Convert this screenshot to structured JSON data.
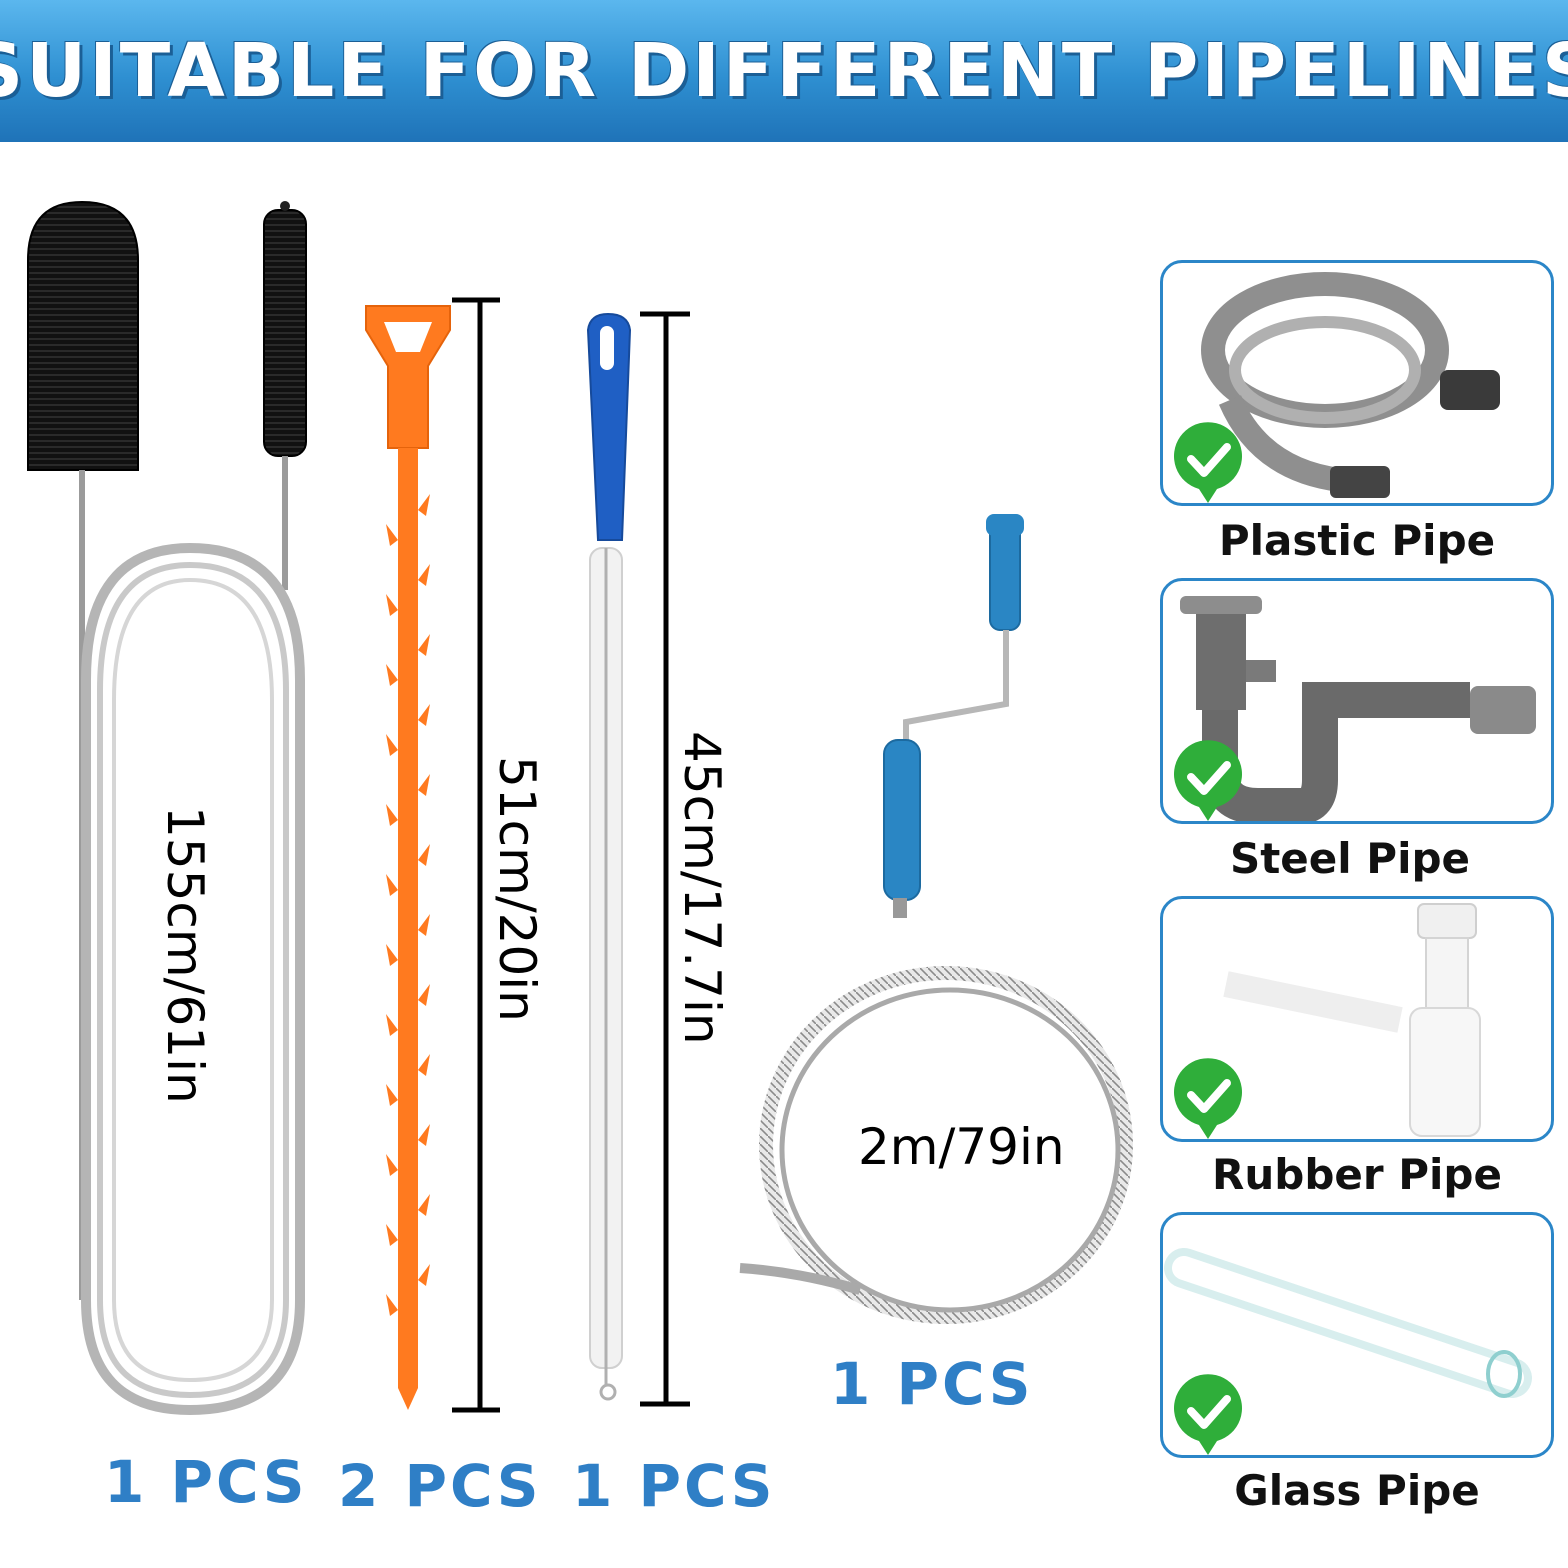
{
  "banner": {
    "title": "SUITABLE FOR DIFFERENT PIPELINES"
  },
  "measurements": {
    "spring_brush": "155cm/61in",
    "orange_stick": "51cm/20in",
    "white_brush": "45cm/17.7in",
    "auger_cable": "2m/79in"
  },
  "quantities": {
    "spring_brush": "1 PCS",
    "orange_stick": "2 PCS",
    "white_brush": "1 PCS",
    "auger": "1 PCS"
  },
  "pipe_types": [
    {
      "label": "Plastic Pipe",
      "icon": "check-icon"
    },
    {
      "label": "Steel Pipe",
      "icon": "check-icon"
    },
    {
      "label": "Rubber Pipe",
      "icon": "check-icon"
    },
    {
      "label": "Glass Pipe",
      "icon": "check-icon"
    }
  ],
  "colors": {
    "banner": "#2e8fd1",
    "quantity_text": "#2f7fc6",
    "card_border": "#2b86c8",
    "check_green": "#2fae3a",
    "orange_stick": "#ff7a1f",
    "blue_handle": "#1f5fc4"
  }
}
